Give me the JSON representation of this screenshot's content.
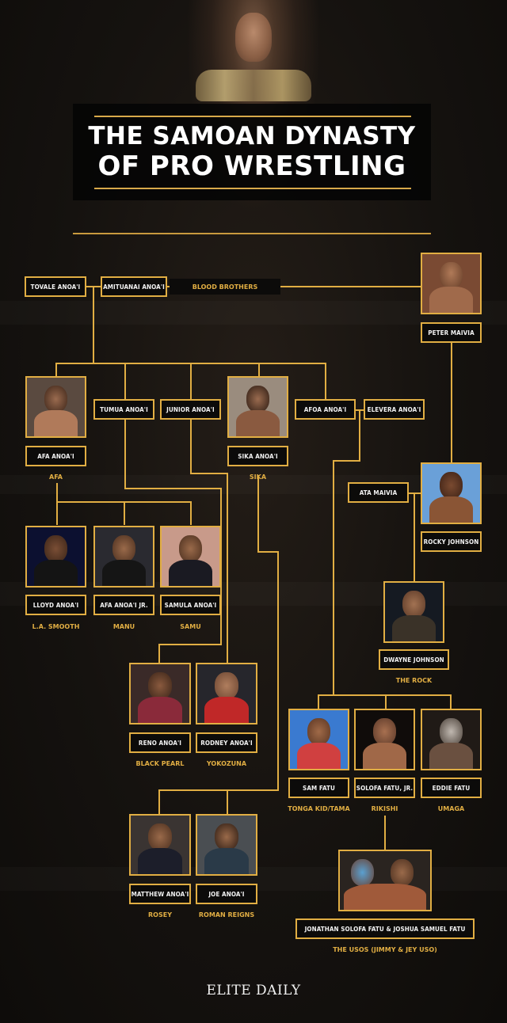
{
  "header": {
    "title_line1": "THE SAMOAN DYNASTY",
    "title_line2": "OF PRO WRESTLING",
    "hero_image": "dwayne-johnson-championship-belt-photo"
  },
  "colors": {
    "gold": "#e1ae43",
    "background": "#15120f",
    "box_fill": "#0c0b0a",
    "name_text": "#f2f2f2"
  },
  "relations": {
    "blood_brothers": "BLOOD BROTHERS"
  },
  "people": {
    "tovale": {
      "name": "TOVALE ANOA'I"
    },
    "amituanai": {
      "name": "AMITUANAI ANOA'I"
    },
    "peter_maivia": {
      "name": "PETER MAIVIA",
      "photo": true
    },
    "afa": {
      "name": "AFA ANOA'I",
      "alias": "AFA",
      "photo": true
    },
    "tumua": {
      "name": "TUMUA ANOA'I"
    },
    "junior": {
      "name": "JUNIOR ANOA'I"
    },
    "sika": {
      "name": "SIKA ANOA'I",
      "alias": "SIKA",
      "photo": true
    },
    "afoa": {
      "name": "AFOA ANOA'I"
    },
    "elevera": {
      "name": "ELEVERA ANOA'I"
    },
    "ata_maivia": {
      "name": "ATA MAIVIA"
    },
    "rocky_johnson": {
      "name": "ROCKY JOHNSON",
      "photo": true
    },
    "lloyd": {
      "name": "LLOYD ANOA'I",
      "alias": "L.A. SMOOTH",
      "photo": true
    },
    "afa_jr": {
      "name": "AFA  ANOA'I JR.",
      "alias": "MANU",
      "photo": true
    },
    "samula": {
      "name": "SAMULA ANOA'I",
      "alias": "SAMU",
      "photo": true
    },
    "dwayne": {
      "name": "DWAYNE JOHNSON",
      "alias": "THE ROCK",
      "photo": true
    },
    "reno": {
      "name": "RENO ANOA'I",
      "alias": "BLACK PEARL",
      "photo": true
    },
    "rodney": {
      "name": "RODNEY ANOA'I",
      "alias": "YOKOZUNA",
      "photo": true
    },
    "sam_fatu": {
      "name": "SAM FATU",
      "alias": "TONGA KID/TAMA",
      "photo": true
    },
    "solofa_jr": {
      "name": "SOLOFA FATU, JR.",
      "alias": "RIKISHI",
      "photo": true
    },
    "eddie_fatu": {
      "name": "EDDIE FATU",
      "alias": "UMAGA",
      "photo": true
    },
    "matthew": {
      "name": "MATTHEW ANOA'I",
      "alias": "ROSEY",
      "photo": true
    },
    "joe": {
      "name": "JOE ANOA'I",
      "alias": "ROMAN REIGNS",
      "photo": true
    },
    "usos": {
      "name": "JONATHAN SOLOFA FATU & JOSHUA SAMUEL FATU",
      "alias": "THE USOS (JIMMY & JEY USO)",
      "photo": true
    }
  },
  "footer": {
    "brand": "ELITE DAILY"
  }
}
